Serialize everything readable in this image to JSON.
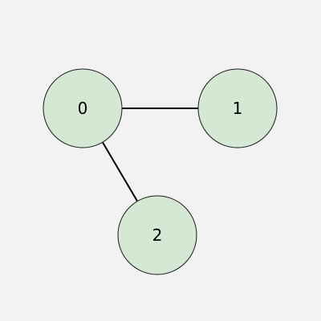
{
  "graph": {
    "nodes": [
      {
        "id": "0",
        "label": "0"
      },
      {
        "id": "1",
        "label": "1"
      },
      {
        "id": "2",
        "label": "2"
      }
    ],
    "edges": [
      {
        "from": "0",
        "to": "1"
      },
      {
        "from": "0",
        "to": "2"
      }
    ],
    "colors": {
      "background": "#f2f2f2",
      "node_fill": "#d5e8d4",
      "node_stroke": "#1a1a1a",
      "edge": "#000000",
      "label": "#000000"
    }
  }
}
